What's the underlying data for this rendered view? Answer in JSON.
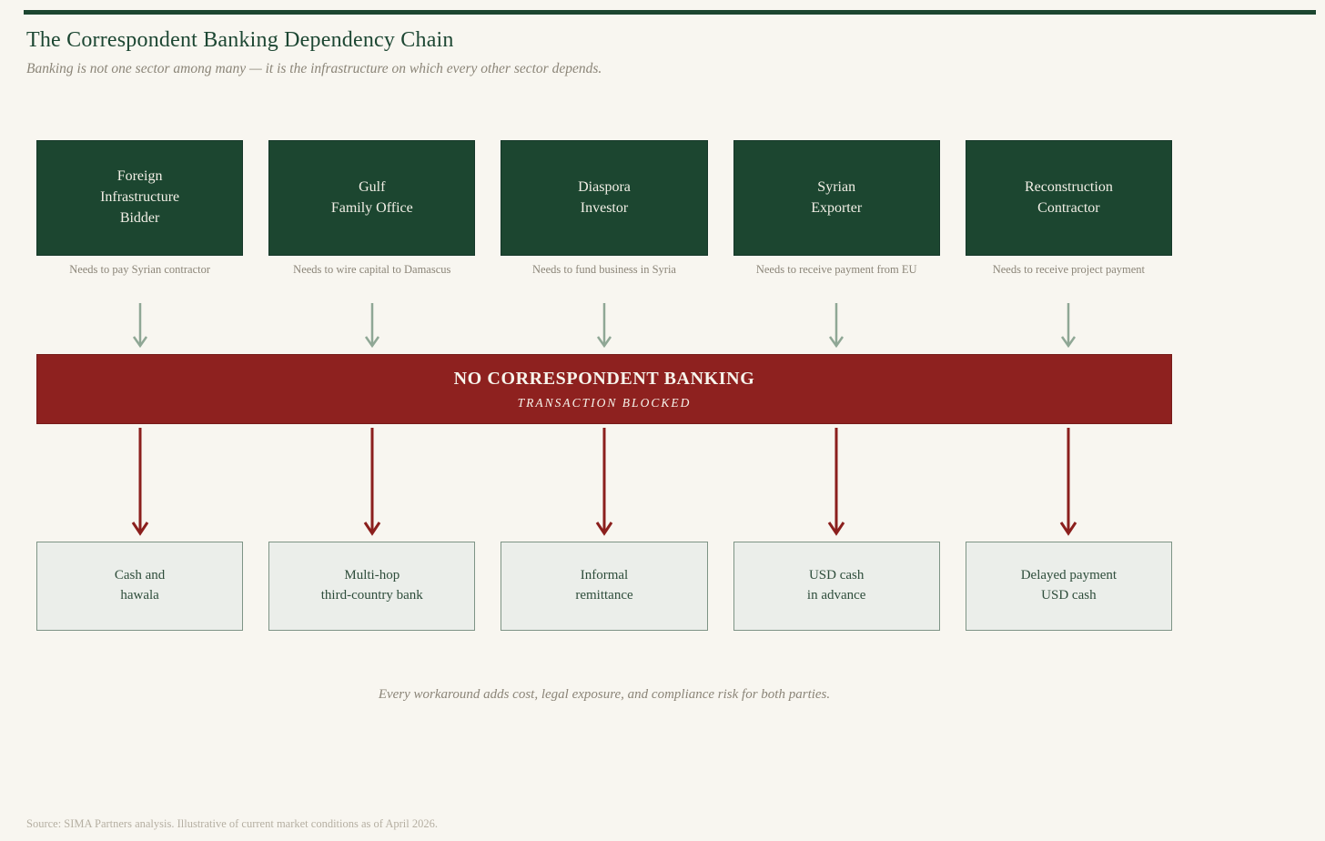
{
  "page": {
    "title": "The Correspondent Banking Dependency Chain",
    "subtitle": "Banking is not one sector among many — it is the infrastructure on which every other sector depends.",
    "footer_note": "Every workaround adds cost, legal exposure, and compliance risk for both parties.",
    "source": "Source: SIMA Partners analysis. Illustrative of current market conditions as of April 2026."
  },
  "actors": [
    {
      "name": "Foreign\nInfrastructure\nBidder",
      "need": "Needs to pay Syrian contractor",
      "workaround": "Cash and\nhawala"
    },
    {
      "name": "Gulf\nFamily Office",
      "need": "Needs to wire capital to Damascus",
      "workaround": "Multi-hop\nthird-country bank"
    },
    {
      "name": "Diaspora\nInvestor",
      "need": "Needs to fund business in Syria",
      "workaround": "Informal\nremittance"
    },
    {
      "name": "Syrian\nExporter",
      "need": "Needs to receive payment from EU",
      "workaround": "USD cash\nin advance"
    },
    {
      "name": "Reconstruction\nContractor",
      "need": "Needs to receive project payment",
      "workaround": "Delayed payment\nUSD cash"
    }
  ],
  "blocker": {
    "title": "NO CORRESPONDENT BANKING",
    "subtitle": "TRANSACTION BLOCKED"
  },
  "colors": {
    "brand_green": "#1c4630",
    "blocked_red": "#8e211f",
    "workaround_fill": "#ebeeea",
    "workaround_border": "#7e9486",
    "background": "#f8f6f0",
    "muted_text": "#8b8578",
    "source_text": "#b5afa2",
    "arrow_green": "#8fa795",
    "arrow_red": "#8b1f1d"
  }
}
